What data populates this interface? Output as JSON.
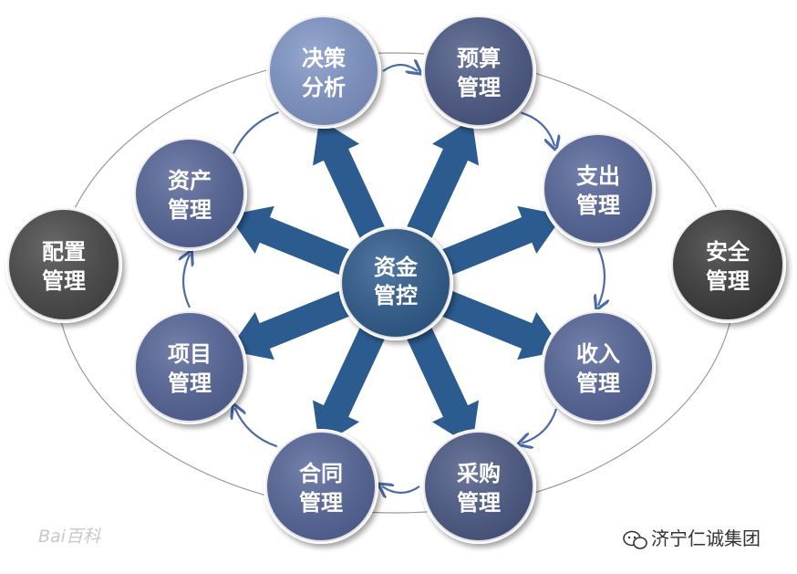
{
  "center": {
    "line1": "资金",
    "line2": "管控"
  },
  "ring_nodes": [
    {
      "id": "decision",
      "line1": "决策",
      "line2": "分析",
      "color": "#8197c8"
    },
    {
      "id": "budget",
      "line1": "预算",
      "line2": "管理",
      "color": "#4d5a86"
    },
    {
      "id": "expense",
      "line1": "支出",
      "line2": "管理",
      "color": "#57669a"
    },
    {
      "id": "income",
      "line1": "收入",
      "line2": "管理",
      "color": "#57669a"
    },
    {
      "id": "purchase",
      "line1": "采购",
      "line2": "管理",
      "color": "#4d5a86"
    },
    {
      "id": "contract",
      "line1": "合同",
      "line2": "管理",
      "color": "#57669a"
    },
    {
      "id": "project",
      "line1": "项目",
      "line2": "管理",
      "color": "#57669a"
    },
    {
      "id": "asset",
      "line1": "资产",
      "line2": "管理",
      "color": "#57669a"
    }
  ],
  "side_nodes": [
    {
      "id": "config",
      "line1": "配置",
      "line2": "管理",
      "color": "#4a4a4a"
    },
    {
      "id": "security",
      "line1": "安全",
      "line2": "管理",
      "color": "#3a3a3a"
    }
  ],
  "watermark_left": "Bai百科",
  "watermark_right": "济宁仁诚集团",
  "colors": {
    "arrow": "#2c5b8f",
    "ring": "#4a6aa8",
    "outline": "#9a9a9a"
  }
}
